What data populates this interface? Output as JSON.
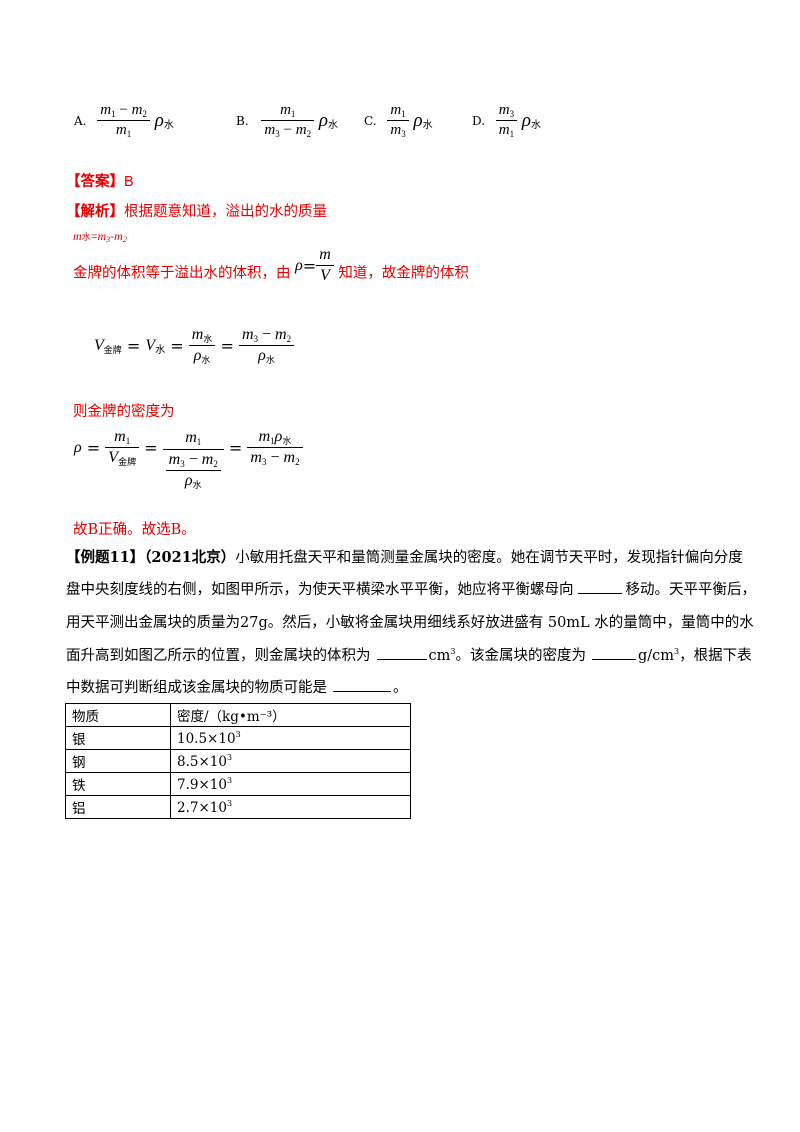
{
  "options": [
    {
      "letter": "A.",
      "num_a": "m",
      "num_a_sub": "1",
      "num_op": " − ",
      "num_b": "m",
      "num_b_sub": "2",
      "den_a": "m",
      "den_a_sub": "1",
      "den_op": "",
      "den_b": "",
      "den_b_sub": "",
      "rho": "ρ",
      "rho_sub": "水"
    },
    {
      "letter": "B.",
      "num_a": "m",
      "num_a_sub": "1",
      "num_op": "",
      "num_b": "",
      "num_b_sub": "",
      "den_a": "m",
      "den_a_sub": "3",
      "den_op": " − ",
      "den_b": "m",
      "den_b_sub": "2",
      "rho": "ρ",
      "rho_sub": "水"
    },
    {
      "letter": "C.",
      "num_a": "m",
      "num_a_sub": "1",
      "num_op": "",
      "num_b": "",
      "num_b_sub": "",
      "den_a": "m",
      "den_a_sub": "3",
      "den_op": "",
      "den_b": "",
      "den_b_sub": "",
      "rho": "ρ",
      "rho_sub": "水"
    },
    {
      "letter": "D.",
      "num_a": "m",
      "num_a_sub": "3",
      "num_op": "",
      "num_b": "",
      "num_b_sub": "",
      "den_a": "m",
      "den_a_sub": "1",
      "den_op": "",
      "den_b": "",
      "den_b_sub": "",
      "rho": "ρ",
      "rho_sub": "水"
    }
  ],
  "answer": {
    "label": "【答案】",
    "value": "B"
  },
  "analysis": {
    "label": "【解析】",
    "line1": "根据题意知道，溢出的水的质量",
    "mass_eq": {
      "m": "m",
      "m_sub": "水",
      "eq": "=",
      "a": "m",
      "a_sub": "3",
      "minus": "-",
      "b": "m",
      "b_sub": "2"
    },
    "line2_pre": "金牌的体积等于溢出水的体积，由",
    "density_formula": {
      "rho": "ρ",
      "eq": "=",
      "num": "m",
      "den": "V"
    },
    "line2_post": "知道，故金牌的体积",
    "volume_eq": {
      "V": "V",
      "V_sub": "金牌",
      "eq1": "=",
      "V2": "V",
      "V2_sub": "水",
      "eq2": "=",
      "f1_num": "m",
      "f1_num_sub": "水",
      "f1_den": "ρ",
      "f1_den_sub": "水",
      "eq3": "=",
      "f2_num_a": "m",
      "f2_num_a_sub": "3",
      "f2_num_op": " − ",
      "f2_num_b": "m",
      "f2_num_b_sub": "2",
      "f2_den": "ρ",
      "f2_den_sub": "水"
    },
    "line3": "则金牌的密度为",
    "density_eq": {
      "rho": "ρ",
      "eq1": "=",
      "f1_num": "m",
      "f1_num_sub": "1",
      "f1_den": "V",
      "f1_den_sub": "金牌",
      "eq2": "=",
      "f2_num": "m",
      "f2_num_sub": "1",
      "f2_inner_a": "m",
      "f2_inner_a_sub": "3",
      "f2_inner_op": " − ",
      "f2_inner_b": "m",
      "f2_inner_b_sub": "2",
      "f2_inner_den": "ρ",
      "f2_inner_den_sub": "水",
      "eq3": "=",
      "f3_num_a": "m",
      "f3_num_a_sub": "1",
      "f3_num_rho": "ρ",
      "f3_num_rho_sub": "水",
      "f3_den_a": "m",
      "f3_den_a_sub": "3",
      "f3_den_op": " − ",
      "f3_den_b": "m",
      "f3_den_b_sub": "2"
    },
    "conclusion": "故B正确。故选B。"
  },
  "example": {
    "label": "【例题11】",
    "source": "（2021北京）",
    "line1": "小敏用托盘天平和量筒测量金属块的密度。她在调节天平时，发现指针偏向分度",
    "line2_pre": "盘中央刻度线的右侧，如图甲所示，为使天平横梁水平平衡，她应将平衡螺母向",
    "line2_post": "移动。天平平衡后，",
    "line3": "用天平测出金属块的质量为27g。然后，小敏将金属块用细线系好放进盛有 50mL 水的量筒中，量筒中的水",
    "line4_pre": "面升高到如图乙所示的位置，则金属块的体积为",
    "line4_unit1": "cm",
    "line4_unit1_sup": "3",
    "line4_mid": "。该金属块的密度为",
    "line4_unit2": "g/cm",
    "line4_unit2_sup": "3",
    "line4_post": "，根据下表",
    "line5_pre": "中数据可判断组成该金属块的物质可能是",
    "line5_post": "。"
  },
  "table": {
    "header": [
      "物质",
      "密度/（kg•m⁻³）"
    ],
    "rows": [
      {
        "material": "银",
        "value": "10.5×10",
        "exp": "3"
      },
      {
        "material": "钢",
        "value": "8.5×10",
        "exp": "3"
      },
      {
        "material": "铁",
        "value": "7.9×10",
        "exp": "3"
      },
      {
        "material": "铝",
        "value": "2.7×10",
        "exp": "3"
      }
    ]
  }
}
